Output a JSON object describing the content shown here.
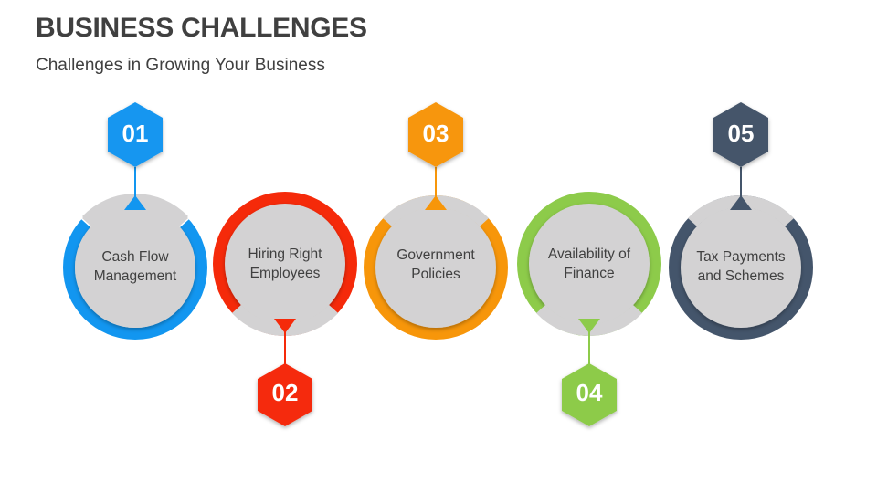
{
  "header": {
    "title": "BUSINESS CHALLENGES",
    "subtitle": "Challenges in Growing Your Business"
  },
  "steps": [
    {
      "number": "01",
      "label_line1": "Cash Flow",
      "label_line2": "Management",
      "color": "#1296F0",
      "badge_position": "top"
    },
    {
      "number": "02",
      "label_line1": "Hiring Right",
      "label_line2": "Employees",
      "color": "#F52A0A",
      "badge_position": "bottom"
    },
    {
      "number": "03",
      "label_line1": "Government",
      "label_line2": "Policies",
      "color": "#F7960A",
      "badge_position": "top"
    },
    {
      "number": "04",
      "label_line1": "Availability of",
      "label_line2": "Finance",
      "color": "#8DCB4A",
      "badge_position": "bottom"
    },
    {
      "number": "05",
      "label_line1": "Tax Payments",
      "label_line2": "and Schemes",
      "color": "#44556B",
      "badge_position": "top"
    }
  ],
  "colors": {
    "circle_fill": "#D3D2D3",
    "text": "#404040"
  }
}
